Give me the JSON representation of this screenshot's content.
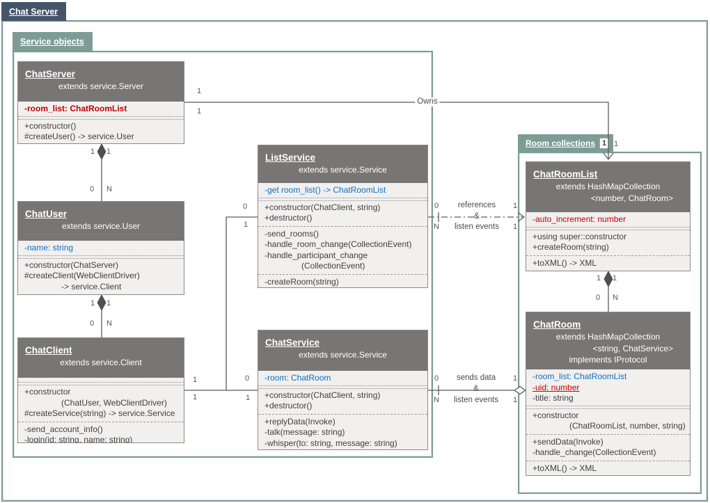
{
  "tabs": {
    "main": "Chat Server",
    "service_objects": "Service objects",
    "room_collections": "Room collections",
    "room_collections_badge": "1"
  },
  "colors": {
    "main_tab": "#44546A",
    "group_green": "#7D9C95",
    "class_header_gray": "#787575",
    "class_body": "#F1F0EF",
    "attribute_red": "#C00000",
    "attribute_blue": "#0E6FC0"
  },
  "classes": {
    "chat_server": {
      "title": "ChatServer",
      "stereotypes": [
        "extends service.Server"
      ],
      "attrs": [
        "-room_list: ChatRoomList"
      ],
      "methods_a": [
        "+constructor()",
        "#createUser() -> service.User"
      ]
    },
    "chat_user": {
      "title": "ChatUser",
      "stereotypes": [
        "extends service.User"
      ],
      "attrs": [
        "-name: string"
      ],
      "methods_a": [
        "+constructor(ChatServer)",
        "#createClient(WebClientDriver)",
        "-> service.Client"
      ]
    },
    "chat_client": {
      "title": "ChatClient",
      "stereotypes": [
        "extends service.Client"
      ],
      "methods_a": [
        "+constructor",
        "(ChatUser, WebClientDriver)",
        "#createService(string) -> service.Service"
      ],
      "methods_b": [
        "-send_account_info()",
        "-login(id: string, name: string)"
      ]
    },
    "list_service": {
      "title": "ListService",
      "stereotypes": [
        "extends service.Service"
      ],
      "attrs": [
        "-get room_list() -> ChatRoomList"
      ],
      "methods_a": [
        "+constructor(ChatClient, string)",
        "+destructor()"
      ],
      "methods_b": [
        "-send_rooms()",
        "-handle_room_change(CollectionEvent)",
        "-handle_participant_change",
        "(CollectionEvent)"
      ],
      "methods_c": [
        "-createRoom(string)"
      ]
    },
    "chat_service": {
      "title": "ChatService",
      "stereotypes": [
        "extends service.Service"
      ],
      "attrs": [
        "-room: ChatRoom"
      ],
      "methods_a": [
        "+constructor(ChatClient, string)",
        "+destructor()"
      ],
      "methods_b": [
        "+replyData(Invoke)",
        "-talk(message: string)",
        "-whisper(to: string, message: string)"
      ]
    },
    "chat_room_list": {
      "title": "ChatRoomList",
      "stereotypes": [
        "extends HashMapCollection",
        "<number, ChatRoom>"
      ],
      "attrs": [
        "-auto_increment: number"
      ],
      "methods_a": [
        "+using super::constructor",
        "+createRoom(string)"
      ],
      "methods_b": [
        "+toXML() -> XML"
      ]
    },
    "chat_room": {
      "title": "ChatRoom",
      "stereotypes": [
        "extends HashMapCollection",
        "<string, ChatService>",
        "implements IProtocol"
      ],
      "attrs": [
        "-room_list: ChatRoomList",
        "-uid: number",
        "-title: string"
      ],
      "methods_a": [
        "+constructor",
        "(ChatRoomList, number, string)"
      ],
      "methods_b": [
        "+sendData(Invoke)",
        "-handle_change(CollectionEvent)"
      ],
      "methods_c": [
        "+toXML() -> XML"
      ]
    }
  },
  "connectors": {
    "owns": {
      "label": "Owns",
      "src_top": "1",
      "src_bottom": "1",
      "dst": "1"
    },
    "server_user": {
      "top_left": "1",
      "top_right": "1",
      "bottom_left": "0",
      "bottom_right": "N"
    },
    "user_client": {
      "top_left": "1",
      "top_right": "1",
      "bottom_left": "0",
      "bottom_right": "N"
    },
    "roomlist_room": {
      "top_left": "1",
      "top_right": "1",
      "bottom_left": "0",
      "bottom_right": "N"
    },
    "client_uses": {
      "client_top": "1",
      "client_bottom": "1",
      "list_top": "0",
      "list_bottom": "1",
      "chat_top": "0",
      "chat_bottom": "1"
    },
    "references": {
      "line1": "references",
      "line2": "&",
      "line3": "listen events",
      "src_top": "0",
      "src_bottom": "N",
      "dst_top": "1",
      "dst_bottom": "1"
    },
    "sends": {
      "line1": "sends data",
      "line2": "&",
      "line3": "listen events",
      "src_top": "0",
      "src_bottom": "N",
      "dst_top": "1",
      "dst_bottom": "1"
    }
  }
}
